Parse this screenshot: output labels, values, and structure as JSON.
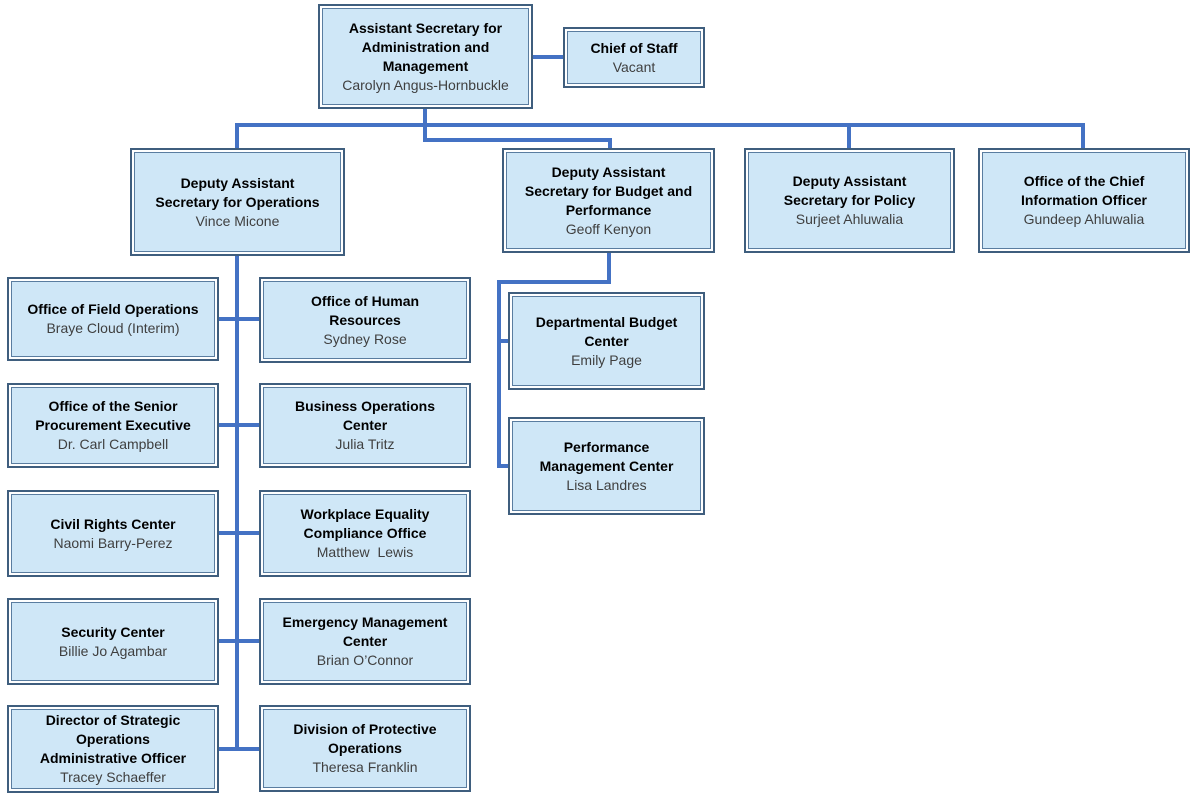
{
  "diagram": {
    "type": "org-chart",
    "colors": {
      "box_fill": "#cfe7f7",
      "box_outer_border": "#3f5e7e",
      "box_inner_border": "#5a7da0",
      "connector": "#4472c4",
      "title_text": "#000000",
      "name_text": "#3f3f3f",
      "background": "#ffffff"
    }
  },
  "nodes": [
    {
      "id": "asam",
      "title": "Assistant Secretary for\nAdministration and\nManagement",
      "name": "Carolyn Angus-Hornbuckle"
    },
    {
      "id": "chief-of-staff",
      "title": "Chief of Staff",
      "name": "Vacant"
    },
    {
      "id": "das-operations",
      "title": "Deputy Assistant\nSecretary for Operations",
      "name": "Vince Micone"
    },
    {
      "id": "das-budget",
      "title": "Deputy Assistant\nSecretary for Budget and\nPerformance",
      "name": "Geoff Kenyon"
    },
    {
      "id": "das-policy",
      "title": "Deputy Assistant\nSecretary for Policy",
      "name": "Surjeet Ahluwalia"
    },
    {
      "id": "ocio",
      "title": "Office of the Chief\nInformation Officer",
      "name": "Gundeep Ahluwalia"
    },
    {
      "id": "field-operations",
      "title": "Office of Field Operations",
      "name": "Braye Cloud (Interim)"
    },
    {
      "id": "human-resources",
      "title": "Office of Human\nResources",
      "name": "Sydney Rose"
    },
    {
      "id": "procurement",
      "title": "Office of the Senior\nProcurement Executive",
      "name": "Dr. Carl Campbell"
    },
    {
      "id": "business-operations",
      "title": "Business Operations\nCenter",
      "name": "Julia Tritz"
    },
    {
      "id": "civil-rights",
      "title": "Civil Rights Center",
      "name": "Naomi Barry-Perez"
    },
    {
      "id": "workplace-equality",
      "title": "Workplace Equality\nCompliance Office",
      "name": "Matthew  Lewis"
    },
    {
      "id": "security-center",
      "title": "Security Center",
      "name": "Billie Jo Agambar"
    },
    {
      "id": "emergency-management",
      "title": "Emergency Management\nCenter",
      "name": "Brian O’Connor"
    },
    {
      "id": "strategic-operations",
      "title": "Director of Strategic\nOperations\nAdministrative Officer",
      "name": "Tracey Schaeffer"
    },
    {
      "id": "protective-operations",
      "title": "Division of Protective\nOperations",
      "name": "Theresa Franklin"
    },
    {
      "id": "budget-center",
      "title": "Departmental Budget\nCenter",
      "name": "Emily Page"
    },
    {
      "id": "performance-center",
      "title": "Performance\nManagement Center",
      "name": "Lisa Landres"
    }
  ],
  "edges": [
    {
      "from": "asam",
      "to": "chief-of-staff",
      "type": "lateral"
    },
    {
      "from": "asam",
      "to": "das-operations"
    },
    {
      "from": "asam",
      "to": "das-budget"
    },
    {
      "from": "asam",
      "to": "das-policy"
    },
    {
      "from": "asam",
      "to": "ocio"
    },
    {
      "from": "das-operations",
      "to": "field-operations"
    },
    {
      "from": "das-operations",
      "to": "human-resources"
    },
    {
      "from": "das-operations",
      "to": "procurement"
    },
    {
      "from": "das-operations",
      "to": "business-operations"
    },
    {
      "from": "das-operations",
      "to": "civil-rights"
    },
    {
      "from": "das-operations",
      "to": "workplace-equality"
    },
    {
      "from": "das-operations",
      "to": "security-center"
    },
    {
      "from": "das-operations",
      "to": "emergency-management"
    },
    {
      "from": "das-operations",
      "to": "strategic-operations"
    },
    {
      "from": "das-operations",
      "to": "protective-operations"
    },
    {
      "from": "das-budget",
      "to": "budget-center"
    },
    {
      "from": "das-budget",
      "to": "performance-center"
    }
  ]
}
